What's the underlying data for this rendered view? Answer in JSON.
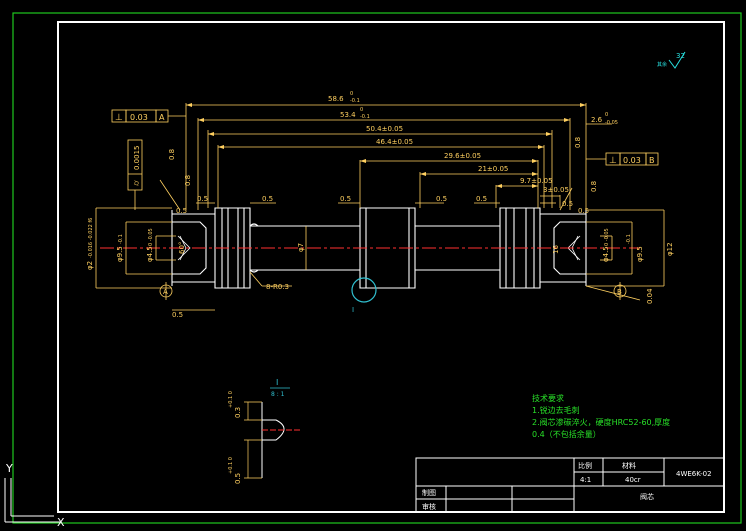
{
  "drawing": {
    "dims": {
      "d586": "58.6",
      "d586_tol_u": "0",
      "d586_tol_l": "-0.1",
      "d534": "53.4",
      "d534_tol_u": "0",
      "d534_tol_l": "-0.1",
      "d504": "50.4±0.05",
      "d464": "46.4±0.05",
      "d296": "29.6±0.05",
      "d21": "21±0.05",
      "d97": "9.7±0.05",
      "d3": "3±0.05",
      "d26": "2.6",
      "d26_tol_u": "0",
      "d26_tol_l": "-0.05",
      "d05_a": "0.5",
      "d05_b": "0.5",
      "d05_c": "0.5",
      "d05_d": "0.5",
      "d05_e": "0.5",
      "d05_f": "0.5",
      "d05_g": "0.5",
      "d05_h": "0.5",
      "d05_i": "0.5",
      "r03": "8-R0.3",
      "phi7": "φ7",
      "phi2": "φ2",
      "phi2_tol": "-0.016 -0.022 f6",
      "phi95_l": "φ9.5",
      "phi95_l_tol": "-0.1",
      "phi45_l": "φ4.5",
      "phi45_l_tol": "0 -0.05",
      "phi95_r": "φ9.5",
      "phi95_r_tol": "-0.1",
      "phi45_r": "φ4.5",
      "phi45_r_tol": "0 -0.05",
      "phi12": "φ12",
      "angle60": "60°",
      "a16": "16",
      "d03": "0.3",
      "d03_tol": "+0.1 0",
      "d05_det": "0.5",
      "d05_det_tol": "+0.1 0",
      "ra32": "32",
      "ra_prefix": "其余",
      "ra08a": "0.8",
      "ra08b": "0.8",
      "ra08c": "0.8",
      "ra08d": "0.8",
      "ra04": "0.04",
      "detail_label": "I",
      "detail_scale": "8 : 1",
      "detail_ref": "I"
    },
    "tolerances": {
      "perp_left_sym": "⊥",
      "perp_left_val": "0.03",
      "perp_left_ref": "A",
      "perp_right_sym": "⊥",
      "perp_right_val": "0.03",
      "perp_right_ref": "B",
      "cyl_sym": "⌭",
      "cyl_val": "0.0015",
      "datum_a": "A",
      "datum_b": "B"
    },
    "notes": {
      "title": "技术要求",
      "line1": "1.锐边去毛刺",
      "line2": "2.阀芯渗碳淬火，硬度HRC52-60,厚度",
      "line3": "0.4（不包括余量）"
    },
    "title_block": {
      "scale_label": "比例",
      "scale_value": "4:1",
      "material_label": "材料",
      "material_value": "40cr",
      "drawing_no": "4WE6K-02",
      "drawn_by": "制图",
      "checked_by": "审核",
      "part_name": "阀芯"
    },
    "ucs": {
      "y_label": "Y",
      "x_label": "X"
    },
    "colors": {
      "background": "#000000",
      "outer_border": "#1ec81e",
      "frame": "#ffffff",
      "dimension": "#ffd060",
      "outline": "#ffffff",
      "centerline": "#ff3030",
      "notes": "#28e028",
      "detail_circle": "#30c0d0",
      "roughness": "#4090ff"
    }
  }
}
